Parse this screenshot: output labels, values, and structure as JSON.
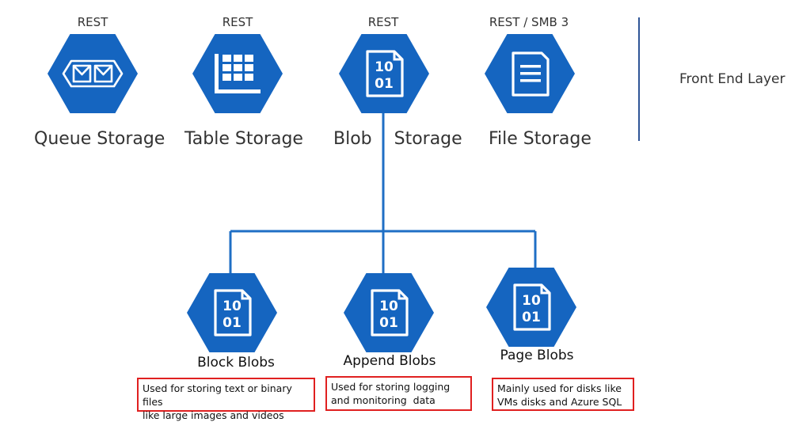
{
  "top_services": [
    {
      "protocol": "REST",
      "label": "Queue Storage",
      "icon": "queue-icon"
    },
    {
      "protocol": "REST",
      "label": "Table Storage",
      "icon": "table-icon"
    },
    {
      "protocol": "REST",
      "label": "Blob    Storage",
      "icon": "binary-file-icon"
    },
    {
      "protocol": "REST / SMB 3",
      "label": "File Storage",
      "icon": "document-icon"
    }
  ],
  "layer_label": "Front End Layer",
  "blob_types": [
    {
      "label": "Block Blobs",
      "icon": "binary-file-icon",
      "note_lines": [
        "Used for storing text or binary files",
        "like large images and videos"
      ]
    },
    {
      "label": "Append Blobs",
      "icon": "binary-file-icon",
      "note_lines": [
        "Used for storing logging",
        "and monitoring  data"
      ]
    },
    {
      "label": "Page Blobs",
      "icon": "binary-file-icon",
      "note_lines": [
        "Mainly used for disks like",
        "VMs disks and Azure SQL"
      ]
    }
  ],
  "binary_glyph": {
    "top": "10",
    "bottom": "01"
  },
  "colors": {
    "hex_fill": "#1565c0",
    "hex_light": "#ffffff",
    "connector": "#1f6fc5",
    "note_border": "#e02020",
    "divider": "#2f5597"
  }
}
